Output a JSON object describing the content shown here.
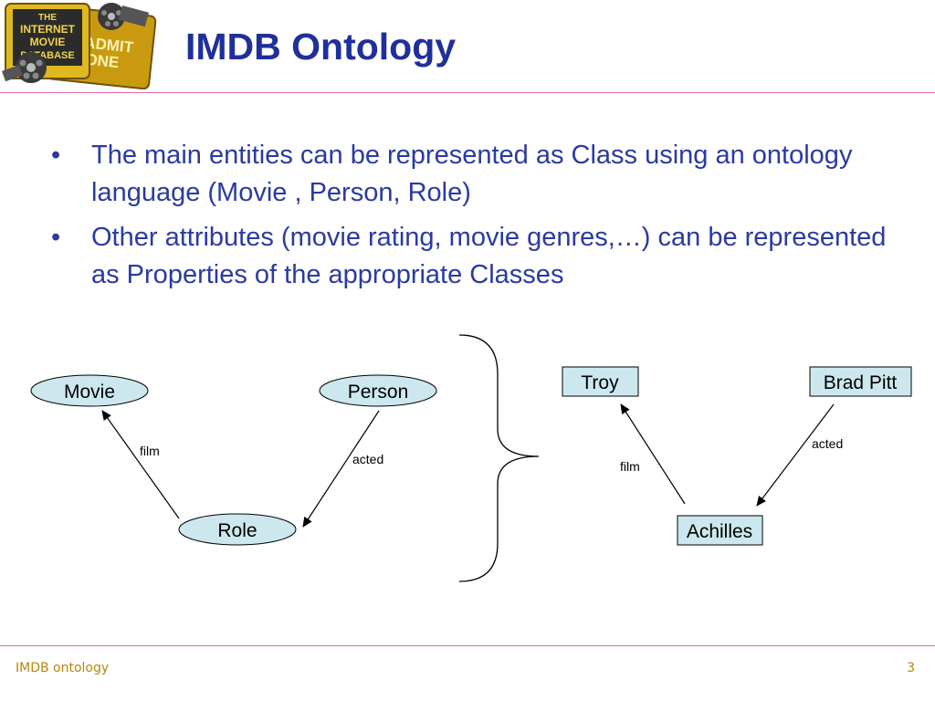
{
  "slide": {
    "title": "IMDB Ontology",
    "bullet_marker": "•",
    "bullets": [
      "The main entities can be represented as Class using an ontology language (Movie , Person, Role)",
      "Other attributes (movie rating, movie genres,…) can be represented as Properties of the appropriate Classes"
    ]
  },
  "logo": {
    "lines": [
      "THE",
      "INTERNET",
      "MOVIE",
      "DATABASE"
    ],
    "ticket_text": [
      "ADMIT",
      "ONE"
    ],
    "colors": {
      "ticket": "#e0b820",
      "ticket_shadow": "#8a6d10",
      "reel": "#3a3a3a"
    }
  },
  "class_diagram": {
    "nodes": {
      "movie": "Movie",
      "person": "Person",
      "role": "Role"
    },
    "edges": {
      "film": "film",
      "acted": "acted"
    }
  },
  "instance_diagram": {
    "nodes": {
      "troy": "Troy",
      "brad_pitt": "Brad Pitt",
      "achilles": "Achilles"
    },
    "edges": {
      "film": "film",
      "acted": "acted"
    }
  },
  "footer": {
    "left": "IMDB ontology",
    "page_number": "3"
  },
  "colors": {
    "title": "#1f2f9c",
    "bullet_text": "#2a3aa4",
    "rule": "#e06aa8",
    "node_fill": "#cce8ee",
    "footer": "#b8860b"
  }
}
